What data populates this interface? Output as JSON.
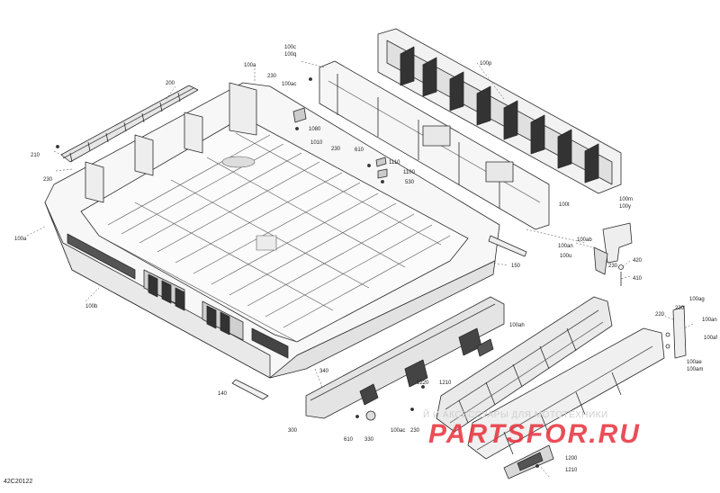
{
  "diagram_code": "42C20122",
  "watermark": {
    "subtitle": "Й И АКСЕССУАРЫ ДЛЯ МОТОТЕХНИКИ",
    "logo_text": "PARTSFOR.RU",
    "color": "#e8303a"
  },
  "callouts": [
    {
      "id": "c-100a-top",
      "text": "100a"
    },
    {
      "id": "c-200",
      "text": "200"
    },
    {
      "id": "c-210",
      "text": "210"
    },
    {
      "id": "c-230-left",
      "text": "230"
    },
    {
      "id": "c-100a-left",
      "text": "100a"
    },
    {
      "id": "c-100b",
      "text": "100b"
    },
    {
      "id": "c-100c",
      "text": "100c"
    },
    {
      "id": "c-100q",
      "text": "100q"
    },
    {
      "id": "c-230-top",
      "text": "230"
    },
    {
      "id": "c-100ac-top",
      "text": "100ac"
    },
    {
      "id": "c-100p",
      "text": "100p"
    },
    {
      "id": "c-1080",
      "text": "1080"
    },
    {
      "id": "c-1010",
      "text": "1010"
    },
    {
      "id": "c-230-mid",
      "text": "230"
    },
    {
      "id": "c-610-top",
      "text": "610"
    },
    {
      "id": "c-1110",
      "text": "1110"
    },
    {
      "id": "c-1100",
      "text": "1100"
    },
    {
      "id": "c-530",
      "text": "530"
    },
    {
      "id": "c-100t",
      "text": "100t"
    },
    {
      "id": "c-100m",
      "text": "100m"
    },
    {
      "id": "c-100y",
      "text": "100y"
    },
    {
      "id": "c-100ab",
      "text": "100ab"
    },
    {
      "id": "c-100an-mid",
      "text": "100an"
    },
    {
      "id": "c-100u",
      "text": "100u"
    },
    {
      "id": "c-150",
      "text": "150"
    },
    {
      "id": "c-230-r",
      "text": "230"
    },
    {
      "id": "c-420",
      "text": "420"
    },
    {
      "id": "c-410",
      "text": "410"
    },
    {
      "id": "c-100ag",
      "text": "100ag"
    },
    {
      "id": "c-220",
      "text": "220"
    },
    {
      "id": "c-230-far",
      "text": "230"
    },
    {
      "id": "c-100an-right",
      "text": "100an"
    },
    {
      "id": "c-100af",
      "text": "100af"
    },
    {
      "id": "c-100ae",
      "text": "100ae"
    },
    {
      "id": "c-100am",
      "text": "100am"
    },
    {
      "id": "c-100ah",
      "text": "100ah"
    },
    {
      "id": "c-140",
      "text": "140"
    },
    {
      "id": "c-340",
      "text": "340"
    },
    {
      "id": "c-300",
      "text": "300"
    },
    {
      "id": "c-610-bot",
      "text": "610"
    },
    {
      "id": "c-330",
      "text": "330"
    },
    {
      "id": "c-1220",
      "text": "1220"
    },
    {
      "id": "c-1210-top",
      "text": "1210"
    },
    {
      "id": "c-100ac-bot",
      "text": "100ac"
    },
    {
      "id": "c-230-bot",
      "text": "230"
    },
    {
      "id": "c-1200",
      "text": "1200"
    },
    {
      "id": "c-1210-bot",
      "text": "1210"
    }
  ]
}
